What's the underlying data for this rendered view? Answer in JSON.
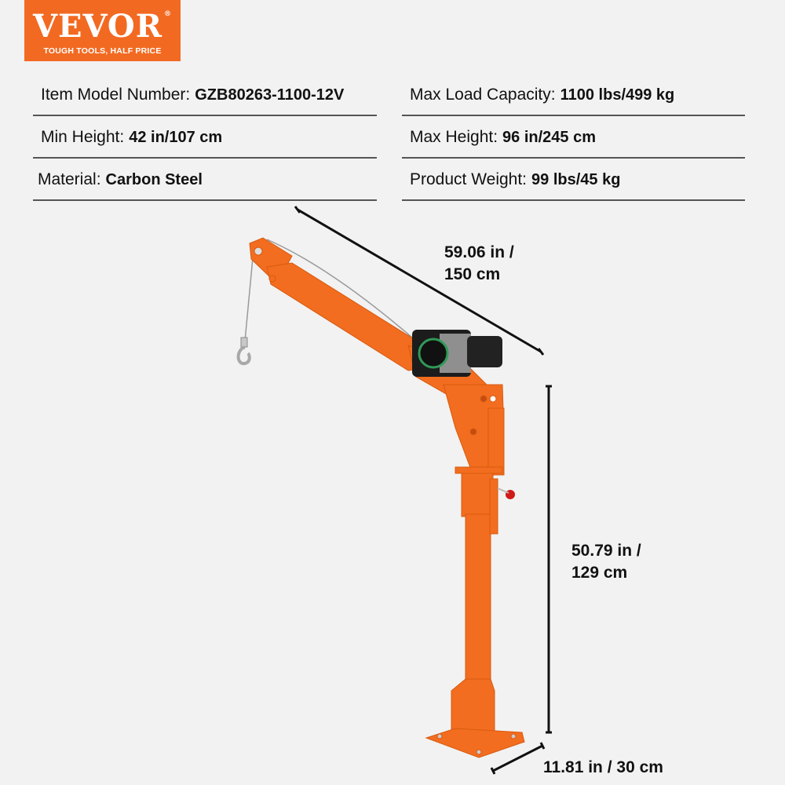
{
  "logo": {
    "brand": "VEVOR",
    "registered": "®",
    "tagline": "TOUGH TOOLS, HALF PRICE",
    "color": "#f26a22"
  },
  "specs": {
    "left": [
      {
        "label": "Item Model Number:",
        "value": "GZB80263-1100-12V"
      },
      {
        "label": "Min Height:",
        "value": "42 in/107 cm"
      },
      {
        "label": "Material:",
        "value": "Carbon Steel"
      }
    ],
    "right": [
      {
        "label": "Max Load Capacity:",
        "value": "1100 lbs/499 kg"
      },
      {
        "label": "Max Height:",
        "value": "96 in/245 cm"
      },
      {
        "label": "Product Weight:",
        "value": "99 lbs/45 kg"
      }
    ]
  },
  "dimensions": {
    "boom_length": {
      "line1": "59.06 in /",
      "line2": "150 cm"
    },
    "mast_height": {
      "line1": "50.79 in /",
      "line2": "129 cm"
    },
    "base_width": {
      "line1": "11.81 in / 30 cm"
    }
  },
  "product": {
    "name": "truck-mounted davit crane with electric winch",
    "body_color": "#f26d1f"
  }
}
